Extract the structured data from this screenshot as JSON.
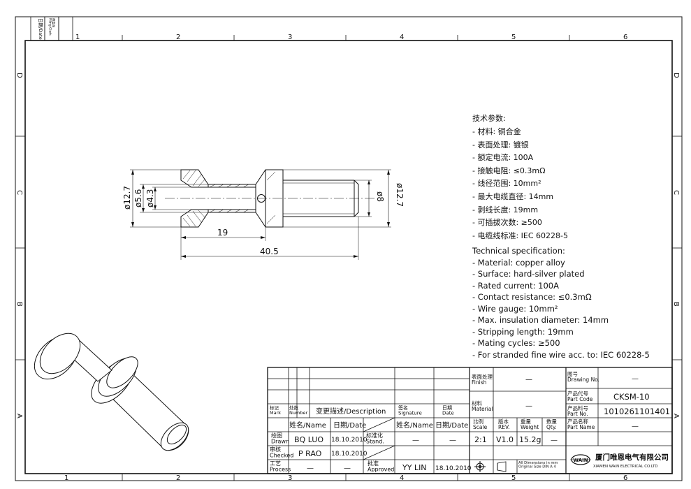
{
  "side_tab": {
    "date": "日期/Date",
    "clerk": "档案员\nFiling Clerk"
  },
  "grid": {
    "cols_top": [
      "1",
      "2",
      "3",
      "4",
      "5",
      "6"
    ],
    "cols_bottom": [
      "1",
      "2",
      "3",
      "4",
      "5",
      "6"
    ],
    "rows_left": [
      "D",
      "C",
      "B",
      "A"
    ],
    "rows_right": [
      "D",
      "C",
      "B",
      "A"
    ]
  },
  "dims": {
    "d12_7_left": "ø12.7",
    "d5_6": "ø5.6",
    "d4_3": "ø4.3",
    "d8": "ø8",
    "d12_7_right": "ø12.7",
    "len19": "19",
    "len40_5": "40.5"
  },
  "spec_cn": {
    "title": "技术参数:",
    "lines": [
      "- 材料: 铜合金",
      "- 表面处理: 镀银",
      "- 额定电流: 100A",
      "- 接触电阻: ≤0.3mΩ",
      "- 线径范围: 10mm²",
      "- 最大电缆直径: 14mm",
      "- 剥线长度: 19mm",
      "- 可插拔次数: ≥500",
      "- 电缆线标准: IEC 60228-5"
    ]
  },
  "spec_en": {
    "title": "Technical specification:",
    "lines": [
      "- Material: copper alloy",
      "- Surface: hard-silver plated",
      "- Rated current: 100A",
      "- Contact resistance: ≤0.3mΩ",
      "- Wire gauge: 10mm²",
      "- Max. insulation diameter: 14mm",
      "- Stripping length: 19mm",
      "- Mating cycles: ≥500",
      "- For stranded fine wire acc. to: IEC 60228-5"
    ]
  },
  "title_block": {
    "rev_header": {
      "mark": "标记\nMark",
      "number": "处数\nNumber",
      "desc": "变更描述/Description",
      "signature": "签名\nSignature",
      "date": "日期\nDate"
    },
    "name_header": "姓名/Name",
    "date_header": "日期/Date",
    "name_header2": "姓名/Name",
    "date_header2": "日期/Date",
    "drawn_label": "绘图\nDrawn",
    "drawn_name": "BQ LUO",
    "drawn_date": "18.10.2010",
    "stand_label": "标准化\nStand.",
    "stand_name": "—",
    "stand_date": "—",
    "checked_label": "审核\nChecked",
    "checked_name": "P RAO",
    "checked_date": "18.10.2010",
    "process_label": "工艺\nProcess",
    "process_name": "—",
    "process_date": "—",
    "approved_label": "批准\nApproved",
    "approved_name": "YY LIN",
    "approved_date": "18.10.2010",
    "finish_label": "表面处理\nFinish",
    "finish_value": "—",
    "material_label": "材料\nMaterial",
    "material_value": "—",
    "scale_label": "比例\nScale",
    "rev_label": "版本\nREV.",
    "weight_label": "重量\nWeight",
    "qty_label": "数量\nQty.",
    "scale_value": "2:1",
    "rev_value": "V1.0",
    "weight_value": "15.2g",
    "qty_value": "—",
    "dim_note": "All Dimensions in mm\nOriginal Size DIN A 4",
    "drawing_no_label": "图号\nDrawing No.",
    "drawing_no_value": "—",
    "part_code_label": "产品代号\nPart Code",
    "part_code_value": "CKSM-10",
    "part_no_label": "产品料号\nPart No.",
    "part_no_value": "1010261101401",
    "part_name_label": "产品名称\nPart Name",
    "part_name_value": "—",
    "logo_text": "WAIN",
    "company_cn": "厦门唯恩电气有限公司",
    "company_en": "XIAMEN WAIN ELECTRICAL CO.LTD"
  }
}
